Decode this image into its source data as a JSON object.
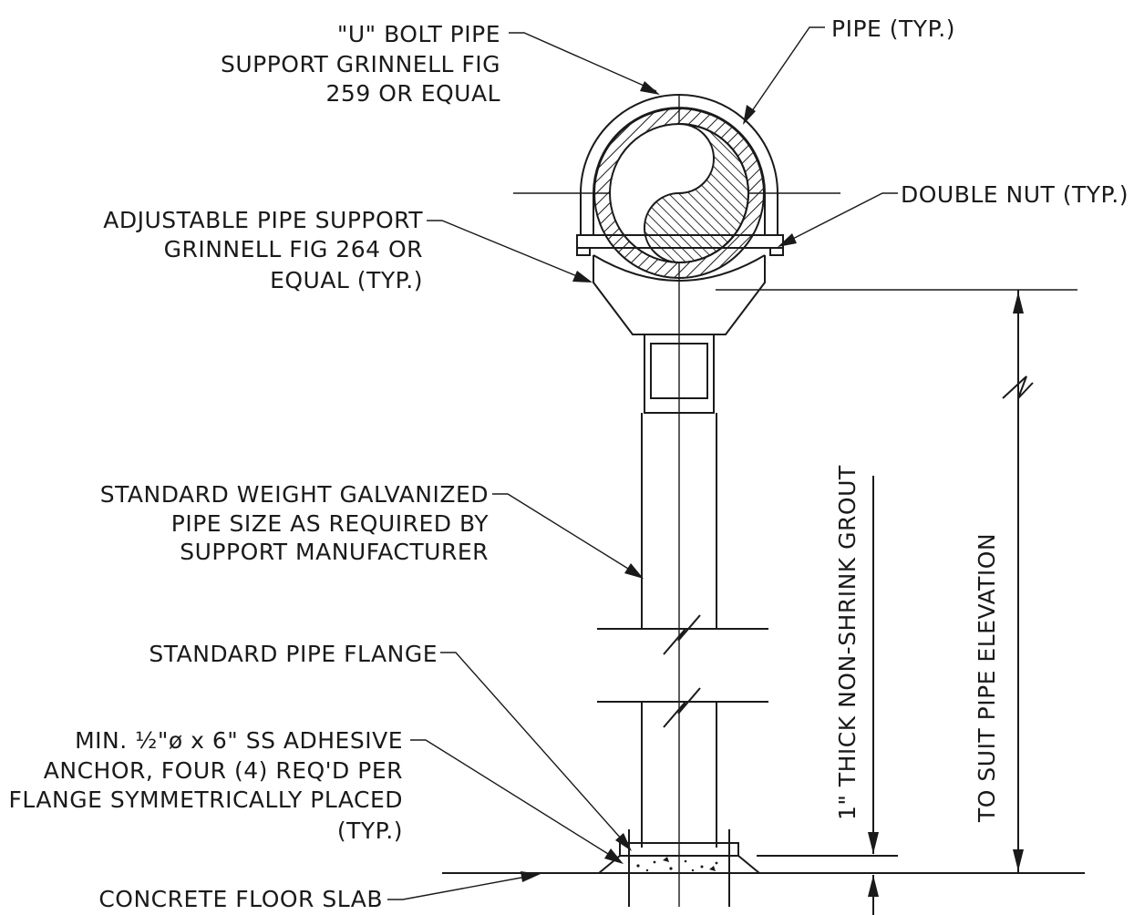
{
  "labels": {
    "u_bolt": [
      "\"U\" BOLT PIPE",
      "SUPPORT GRINNELL FIG",
      "259 OR EQUAL"
    ],
    "pipe": "PIPE (TYP.)",
    "double_nut": "DOUBLE NUT (TYP.)",
    "adjustable_support": [
      "ADJUSTABLE PIPE SUPPORT",
      "GRINNELL FIG 264 OR",
      "EQUAL (TYP.)"
    ],
    "standard_weight": [
      "STANDARD WEIGHT GALVANIZED",
      "PIPE SIZE AS REQUIRED BY",
      "SUPPORT MANUFACTURER"
    ],
    "flange": "STANDARD PIPE FLANGE",
    "anchor": [
      "MIN. ½\"ø x 6\" SS ADHESIVE",
      "ANCHOR, FOUR (4) REQ'D PER",
      "FLANGE SYMMETRICALLY PLACED",
      "(TYP.)"
    ],
    "floor_slab": "CONCRETE FLOOR SLAB",
    "grout_dim": "1\" THICK NON-SHRINK GROUT",
    "elevation_dim": "TO SUIT PIPE ELEVATION"
  }
}
